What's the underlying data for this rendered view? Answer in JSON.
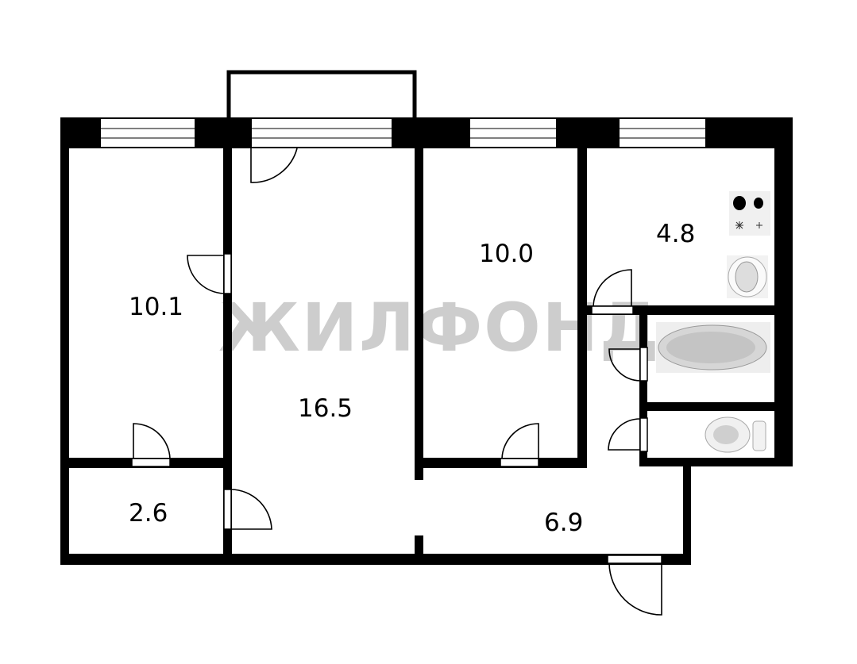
{
  "watermark": "ЖИЛФОНД",
  "rooms": [
    {
      "name": "room-left",
      "area": "10.1"
    },
    {
      "name": "room-living",
      "area": "16.5"
    },
    {
      "name": "room-middle",
      "area": "10.0"
    },
    {
      "name": "kitchen",
      "area": "4.8"
    },
    {
      "name": "storage",
      "area": "2.6"
    },
    {
      "name": "hallway",
      "area": "6.9"
    }
  ]
}
